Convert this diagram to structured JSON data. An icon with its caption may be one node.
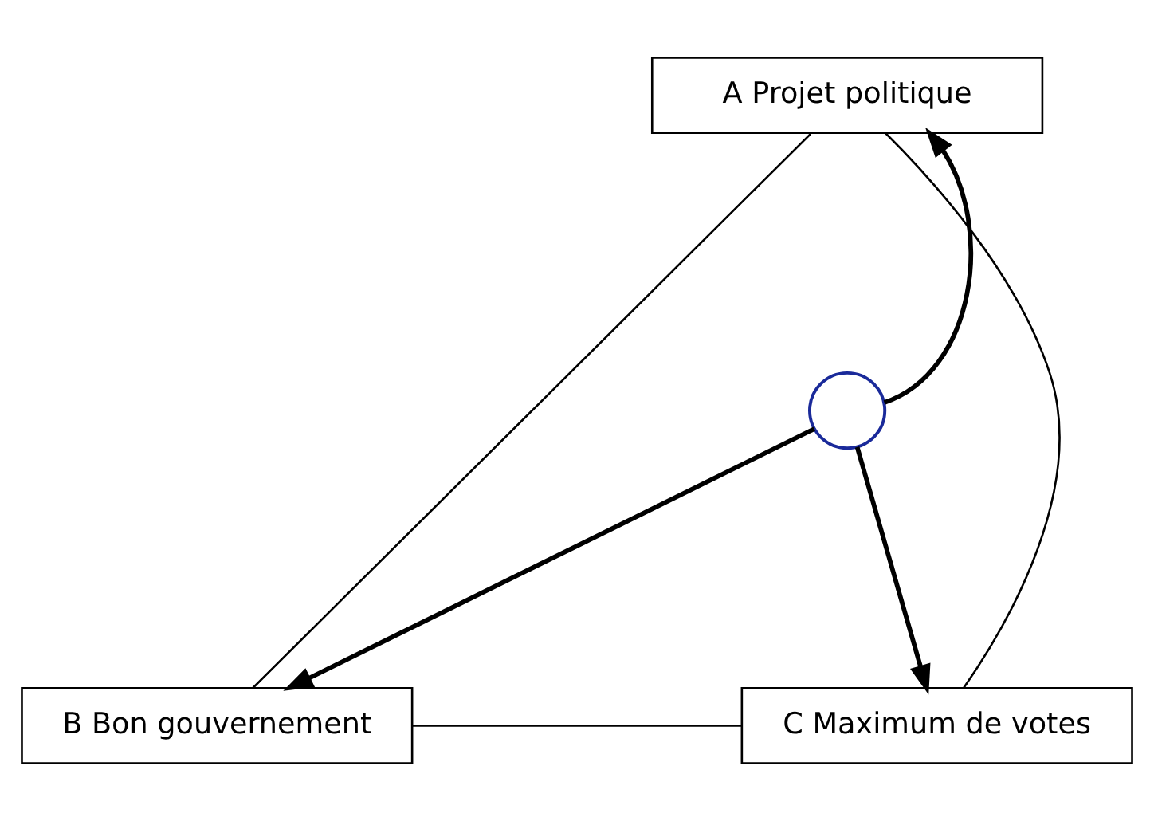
{
  "diagram": {
    "nodes": [
      {
        "text": [
          "A Projet politique"
        ]
      },
      {
        "text": [
          "B Bon gouvernement"
        ]
      },
      {
        "text": [
          "C Maximum de votes"
        ]
      },
      {
        "text": [],
        "shape": "circle"
      }
    ],
    "edges": [
      {
        "from": 3,
        "to": 0,
        "arrow": "to",
        "style": "thick"
      },
      {
        "from": 3,
        "to": 1,
        "arrow": "to",
        "style": "thick"
      },
      {
        "from": 3,
        "to": 2,
        "arrow": "to",
        "style": "thick"
      },
      {
        "from": 0,
        "to": 1,
        "arrow": "none"
      },
      {
        "from": 1,
        "to": 2,
        "arrow": "none"
      },
      {
        "from": 2,
        "to": 0,
        "arrow": "none"
      }
    ]
  }
}
